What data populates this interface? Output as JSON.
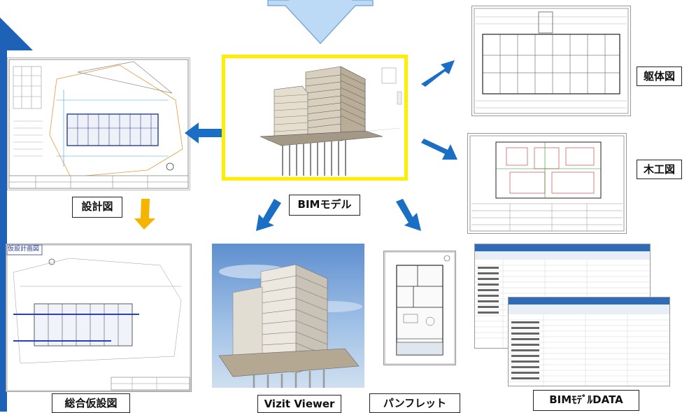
{
  "labels": {
    "design": "設計図",
    "bim_model": "BIMモデル",
    "structure": "躯体図",
    "carpentry": "木工図",
    "temporary": "総合仮設図",
    "viewer": "Vizit Viewer",
    "pamphlet": "パンフレット",
    "bim_data": "BIMﾓﾃﾞﾙDATA",
    "temp_sheet_title": "仮設計画図"
  },
  "colors": {
    "arrow_blue": "#1a6fc4",
    "arrow_orange": "#f5b400",
    "highlight_yellow": "#ffee00",
    "sidebar_blue": "#1e62b8",
    "big_arrow_fill": "#bcd9f5"
  }
}
